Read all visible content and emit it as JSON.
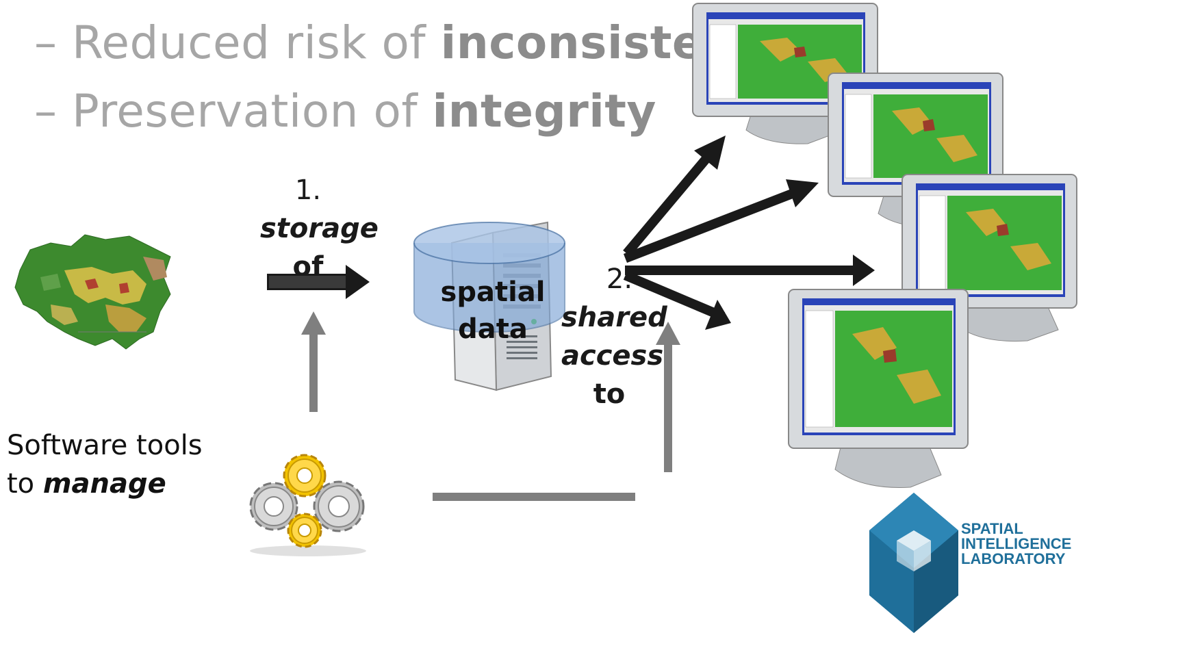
{
  "bullets": [
    {
      "prefix": "– Reduced risk of ",
      "bold": "inconsistency"
    },
    {
      "prefix": "– Preservation of ",
      "bold": "integrity"
    }
  ],
  "step1": {
    "number": "1.",
    "verb": "storage",
    "prep": "of"
  },
  "step2": {
    "number": "2.",
    "verb": "shared",
    "verb2": "access",
    "prep": "to"
  },
  "server": {
    "line1": "spatial",
    "line2": "data"
  },
  "tools": {
    "line1": "Software tools",
    "line2_prefix": "to ",
    "line2_bold": "manage"
  },
  "logo": {
    "line1": "SPATIAL",
    "line2": "INTELLIGENCE",
    "line3": "LABORATORY"
  },
  "icons": {
    "map": "brazil-amazon-map-icon",
    "server": "database-server-icon",
    "gears": "gears-icon",
    "monitor": "gis-desktop-monitor-icon",
    "logo": "lab-cube-logo-icon"
  },
  "colors": {
    "bullet_text": "#a6a6a6",
    "arrow_dark": "#1a1a1a",
    "arrow_gray": "#7f7f7f",
    "screen_green": "#3fae3a",
    "window_blue": "#2a44b8",
    "logo_blue": "#1f6f9a"
  }
}
